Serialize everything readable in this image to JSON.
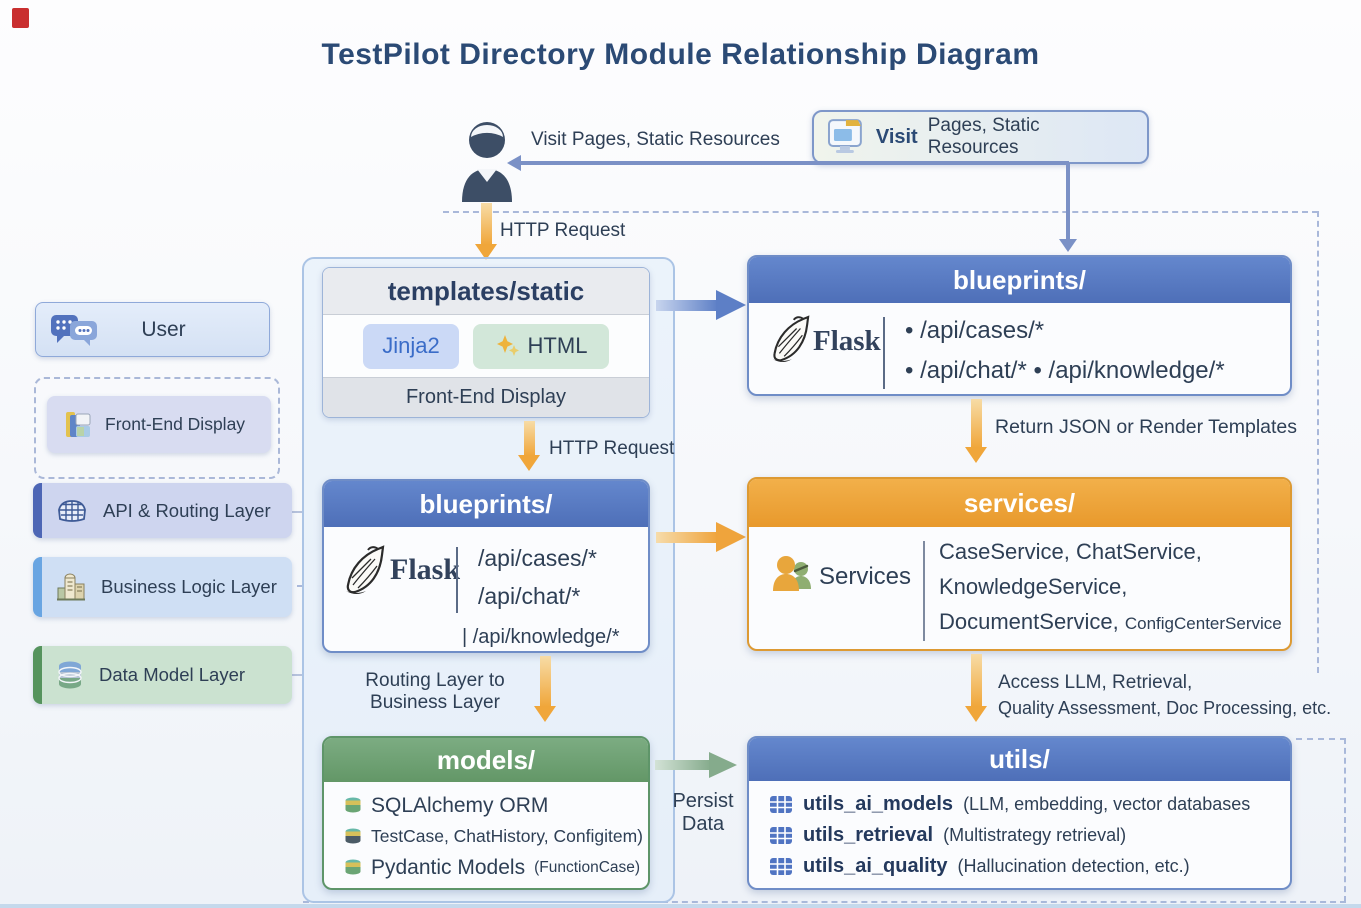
{
  "title": "TestPilot Directory Module Relationship Diagram",
  "top": {
    "visit_text": "Visit Pages, Static Resources",
    "visit_box_bold": "Visit",
    "visit_box_rest": "Pages, Static Resources",
    "http_request": "HTTP Request"
  },
  "legend": {
    "user": "User",
    "front_end": "Front-End Display",
    "api_routing": "API & Routing Layer",
    "business": "Business Logic Layer",
    "data_model": "Data Model Layer"
  },
  "center": {
    "templates_title": "templates/static",
    "chip_jinja": "Jinja2",
    "chip_html": "HTML",
    "templates_footer": "Front-End Display",
    "http_request": "HTTP Request",
    "blueprints_title": "blueprints/",
    "flask": "Flask",
    "route1": "/api/cases/*",
    "route2": "/api/chat/*",
    "route3": "| /api/knowledge/*",
    "routing_line1": "Routing Layer to",
    "routing_line2": "Business Layer",
    "models_title": "models/",
    "model_row1": "SQLAlchemy ORM",
    "model_row2": "TestCase, ChatHistory, Configitem)",
    "model_row3_main": "Pydantic Models",
    "model_row3_small": "(FunctionCase)"
  },
  "flow": {
    "persist_line1": "Persist",
    "persist_line2": "Data"
  },
  "right": {
    "blueprints_title": "blueprints/",
    "flask": "Flask",
    "bullet1": "• /api/cases/*",
    "bullet2": "• /api/chat/* • /api/knowledge/*",
    "return_label": "Return JSON or Render Templates",
    "services_title": "services/",
    "services_label": "Services",
    "services_line1": "CaseService, ChatService,",
    "services_line2": "KnowledgeService,",
    "services_line3_main": "DocumentService,",
    "services_line3_small": "ConfigCenterService",
    "access_line1": "Access LLM, Retrieval,",
    "access_line2": "Quality Assessment, Doc Processing, etc.",
    "utils_title": "utils/",
    "utils_row1_name": "utils_ai_models",
    "utils_row1_desc": "(LLM, embedding, vector databases",
    "utils_row2_name": "utils_retrieval",
    "utils_row2_desc": "(Multistrategy retrieval)",
    "utils_row3_name": "utils_ai_quality",
    "utils_row3_desc": "(Hallucination detection, etc.)"
  },
  "icons": {
    "user": "user-icon",
    "monitor": "monitor-icon",
    "chat": "chat-bubbles-icon",
    "window": "window-layout-icon",
    "grid": "api-grid-icon",
    "building": "building-icon",
    "database": "database-icon",
    "sparkles": "sparkles-icon",
    "flask": "flask-feather-icon",
    "people": "services-people-icon",
    "table": "table-grid-icon"
  },
  "colors": {
    "accent_blue": "#5679c1",
    "accent_orange": "#eea33d",
    "accent_green": "#6fa377",
    "title_navy": "#2b4a75"
  }
}
